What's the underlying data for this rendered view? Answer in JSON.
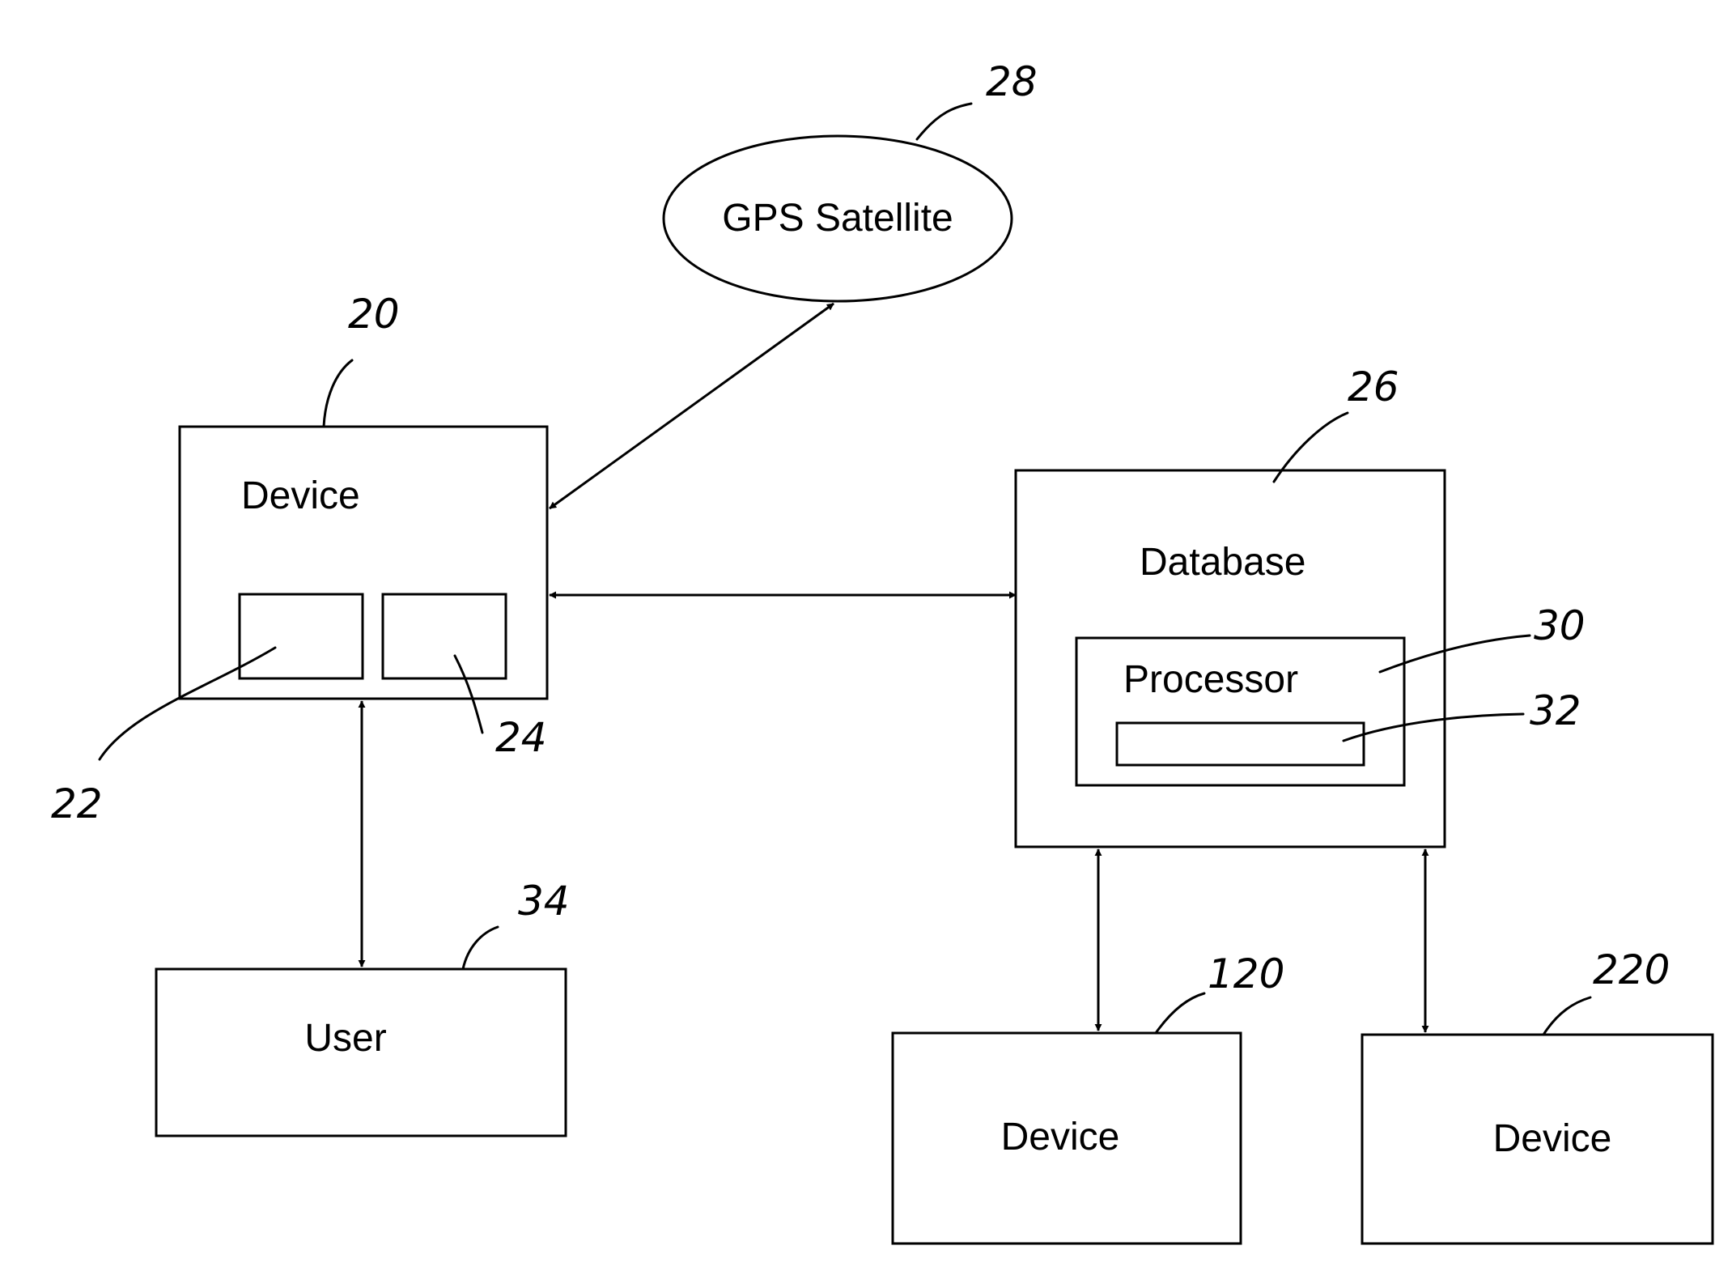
{
  "nodes": {
    "gps": {
      "label": "GPS Satellite",
      "ref": "28"
    },
    "device_main": {
      "label": "Device",
      "ref": "20"
    },
    "subcomponent_a": {
      "ref": "22"
    },
    "subcomponent_b": {
      "ref": "24"
    },
    "database": {
      "label": "Database",
      "ref": "26"
    },
    "processor": {
      "label": "Processor",
      "ref": "30"
    },
    "processor_module": {
      "ref": "32"
    },
    "user": {
      "label": "User",
      "ref": "34"
    },
    "device_120": {
      "label": "Device",
      "ref": "120"
    },
    "device_220": {
      "label": "Device",
      "ref": "220"
    }
  },
  "edges": [
    {
      "from": "device_main",
      "to": "gps",
      "direction": "both"
    },
    {
      "from": "device_main",
      "to": "database",
      "direction": "both"
    },
    {
      "from": "device_main",
      "to": "user",
      "direction": "both"
    },
    {
      "from": "database",
      "to": "device_120",
      "direction": "both"
    },
    {
      "from": "database",
      "to": "device_220",
      "direction": "both"
    }
  ]
}
